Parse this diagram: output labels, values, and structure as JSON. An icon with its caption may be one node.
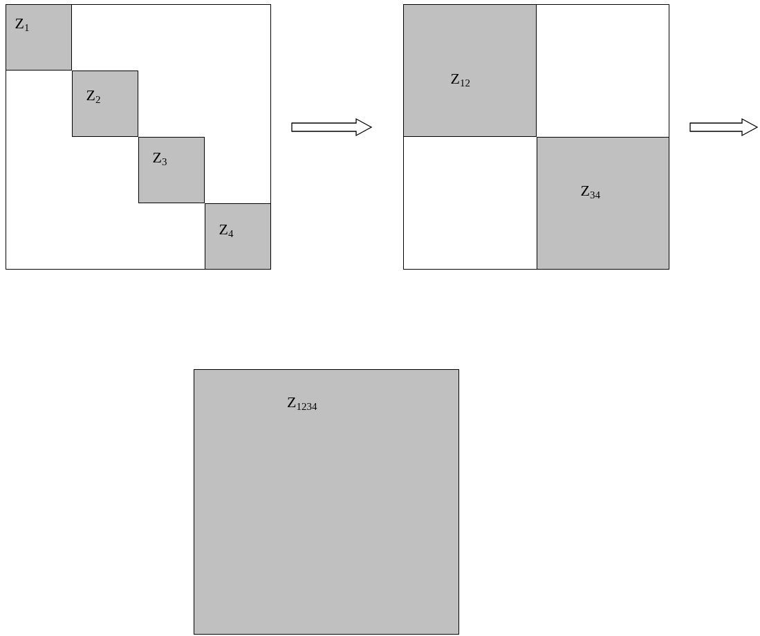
{
  "diagram": {
    "nodes": [
      {
        "text": [],
        "shape": "box"
      },
      {
        "text": [
          "Z$_{1}$"
        ],
        "in": 0
      },
      {
        "text": [
          "Z$_{2}$"
        ],
        "in": 0
      },
      {
        "text": [
          "Z$_{3}$"
        ],
        "in": 0
      },
      {
        "text": [
          "Z$_{4}$"
        ],
        "in": 0
      },
      {
        "text": [],
        "shape": "box"
      },
      {
        "text": [
          "Z$_{12}$"
        ],
        "in": 5
      },
      {
        "text": [
          "Z$_{34}$"
        ],
        "in": 5
      },
      {
        "text": [
          "Z$_{1234}$"
        ]
      }
    ],
    "edges": [
      {
        "from": 0,
        "to": 5,
        "arrow": "to"
      },
      {
        "from": 5,
        "to": null,
        "arrow": "to"
      }
    ]
  }
}
